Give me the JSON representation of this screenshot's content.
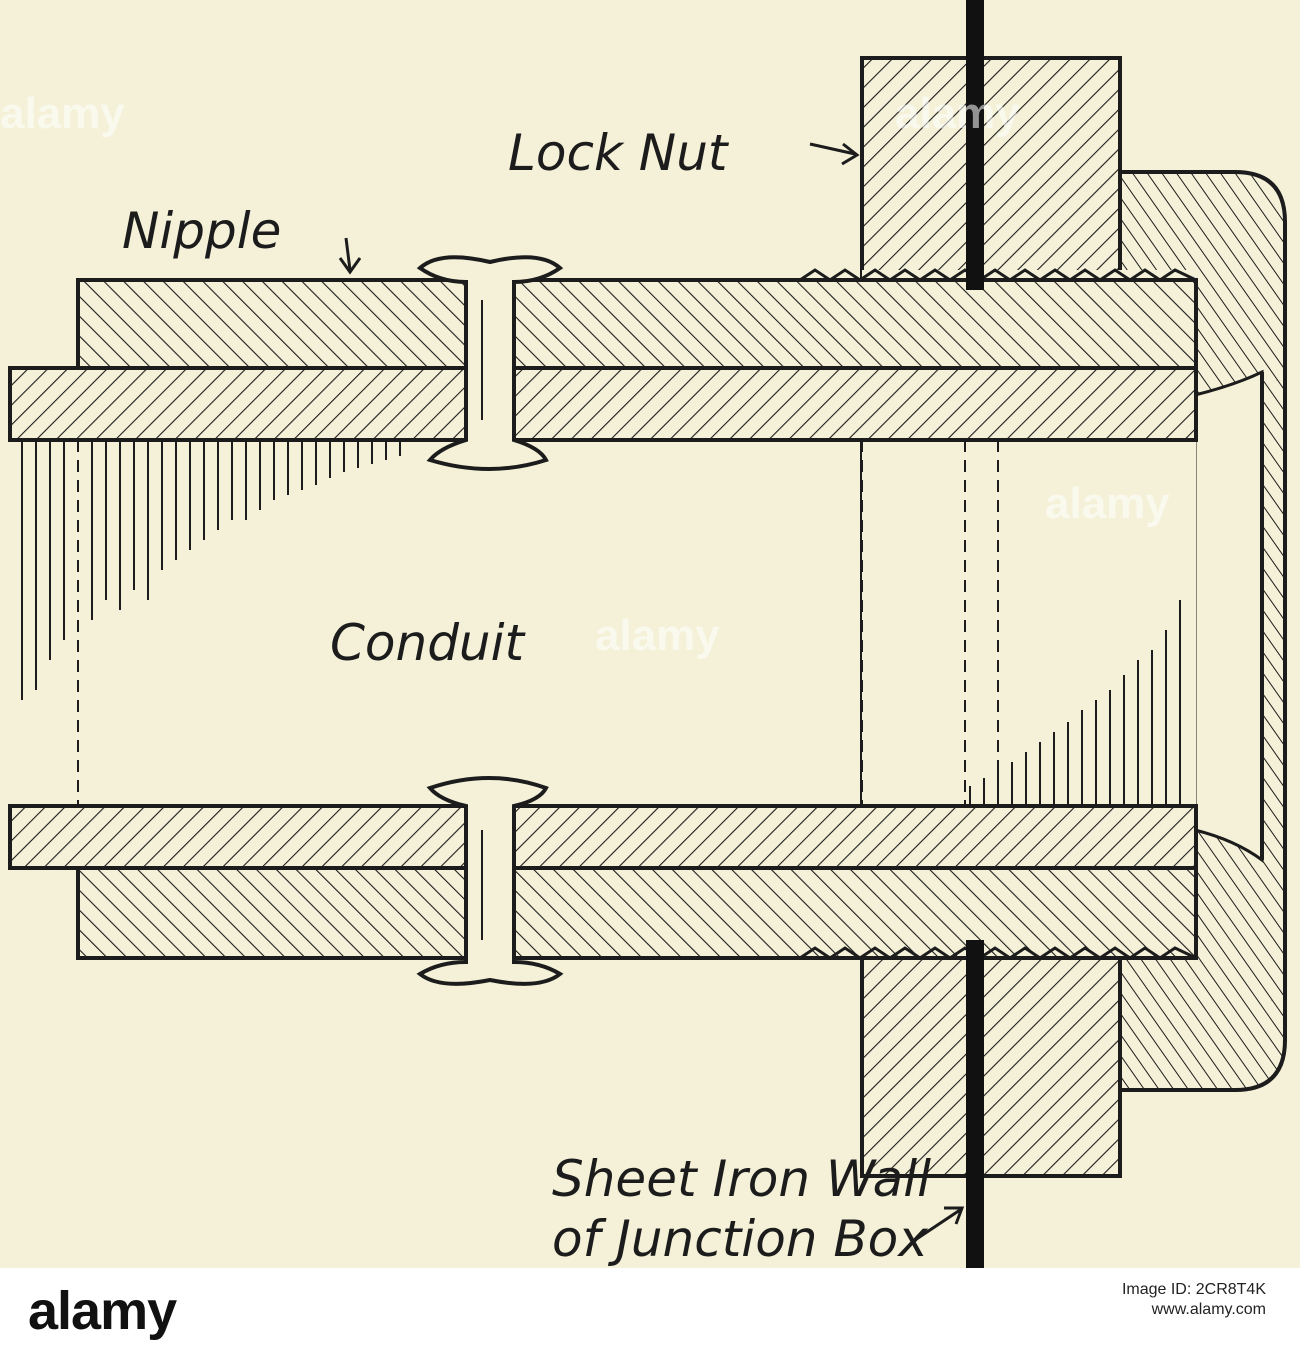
{
  "labels": {
    "lock_nut": "Lock Nut",
    "nipple": "Nipple",
    "conduit": "Conduit",
    "wall_line1": "Sheet Iron Wall",
    "wall_line2": "of Junction Box"
  },
  "watermark": {
    "text": "alamy"
  },
  "footer": {
    "logo": "alamy",
    "image_id": "Image ID: 2CR8T4K",
    "url": "www.alamy.com"
  },
  "colors": {
    "background": "#f4f1d8",
    "ink": "#1c1c1c",
    "footer_bg": "#ffffff"
  }
}
